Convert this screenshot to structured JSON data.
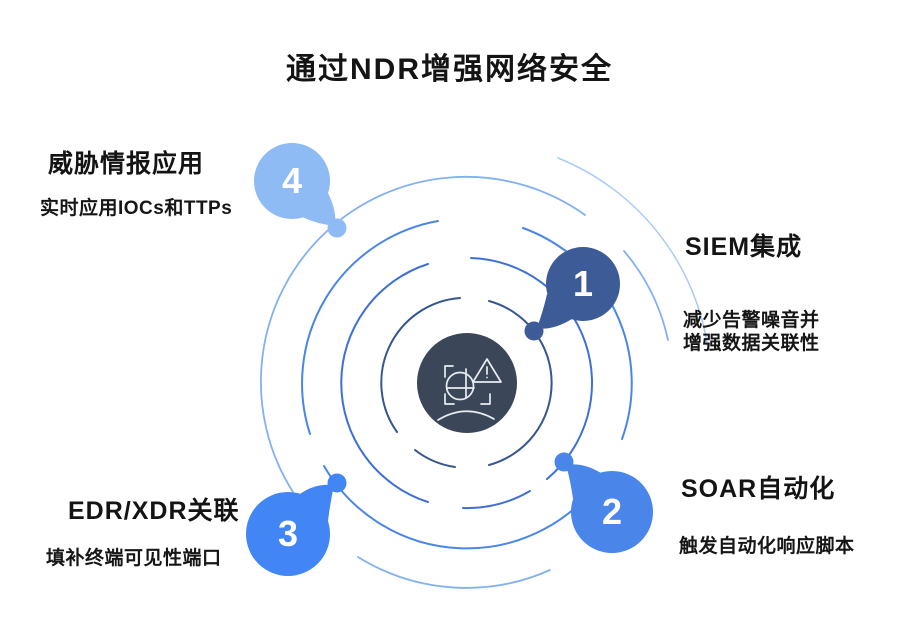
{
  "title": "通过NDR增强网络安全",
  "steps": [
    {
      "number": "1",
      "heading": "SIEM集成",
      "description": "减少告警噪音并\n增强数据关联性",
      "bubble_color": "#3d5b97"
    },
    {
      "number": "2",
      "heading": "SOAR自动化",
      "description": "触发自动化响应脚本",
      "bubble_color": "#4a85ea"
    },
    {
      "number": "3",
      "heading": "EDR/XDR关联",
      "description": "填补终端可见性端口",
      "bubble_color": "#4285f4"
    },
    {
      "number": "4",
      "heading": "威胁情报应用",
      "description": "实时应用IOCs和TTPs",
      "bubble_color": "#8fbbf4"
    }
  ],
  "center_icon": "threat-detection-scan-icon",
  "colors": {
    "background": "#ffffff",
    "title_text": "#141414",
    "body_text": "#161616",
    "center_circle": "#3b4659",
    "icon_stroke": "#e9edf3",
    "ring_inner": "#35568f",
    "ring_mid": "#3e6fd6",
    "ring_third": "#4a86e8",
    "ring_outer": "#82b1f2",
    "ring_faint": "#abcbf8"
  }
}
